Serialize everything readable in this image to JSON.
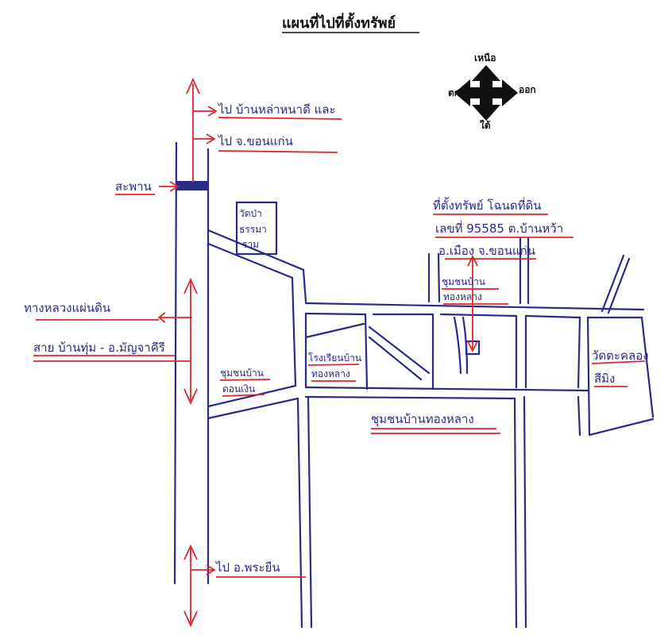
{
  "title": "แผนที่ไปที่ตั้งทรัพย์",
  "compass": {
    "north": "เหนือ",
    "west": "ตก",
    "east": "ออก",
    "south": "ใต้"
  },
  "labels": {
    "to_ban_la_nadi": "ไป บ้านหล่าหนาดี และ",
    "to_khon_kaen": "ไป จ.ขอนแก่น",
    "bridge": "สะพาน",
    "temple_pa_1": "วัดป่า",
    "temple_pa_2": "ธรรมา",
    "temple_pa_3": "ราม",
    "property_1": "ที่ตั้งทรัพย์ โฉนดที่ดิน",
    "property_2": "เลขที่ 95585 ต.บ้านหว้า",
    "property_3": "อ.เมือง จ.ขอนแก่น",
    "community_thonglang_1": "ชุมชนบ้าน",
    "community_thonglang_2": "ทองหลาง",
    "highway_1": "ทางหลวงแผ่นดิน",
    "highway_2": "สาย บ้านทุ่ม - อ.มัญจาคีรี",
    "community_donngoen_1": "ชุมชนบ้าน",
    "community_donngoen_2": "ดอนเงิน",
    "school_1": "โรงเรียนบ้าน",
    "school_2": "ทองหลาง",
    "temple_right_1": "วัดตะคลอง",
    "temple_right_2": "สีมิง",
    "community_bottom": "ชุมชนบ้านทองหลาง",
    "to_phra_yuen": "ไป อ.พระยืน"
  },
  "colors": {
    "road": "#2a2a8a",
    "annotation": "#e0262a"
  }
}
